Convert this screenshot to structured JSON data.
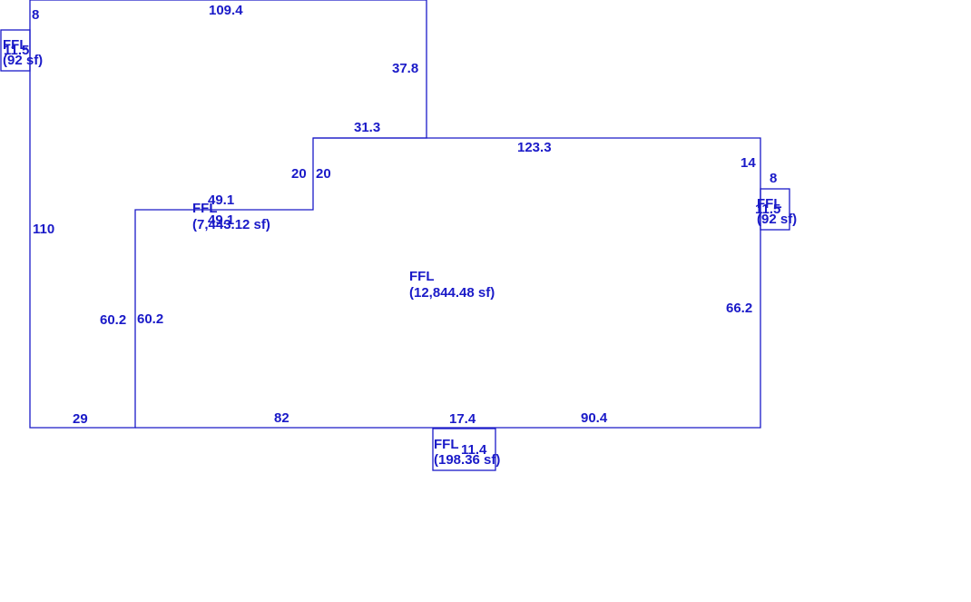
{
  "colors": {
    "line": "#1a1ac8",
    "label": "#1a1ac8",
    "background": "#ffffff"
  },
  "areas": {
    "main": {
      "name": "FFL",
      "area": "(12,844.48 sf)"
    },
    "left_wing": {
      "name": "FFL",
      "area": "(7,443.12 sf)"
    },
    "entry_bottom": {
      "name": "FFL",
      "area": "(198.36 sf)"
    },
    "bump_right": {
      "name": "FFL",
      "area": "(92 sf)"
    },
    "bump_left": {
      "name": "FFL",
      "area": "(92 sf)"
    }
  },
  "dimensions": {
    "top_left": "109.4",
    "left_outer_top": "37.8",
    "step_top": "31.3",
    "main_top": "123.3",
    "step_outer": "20",
    "step_inner": "20",
    "left_outer": "110",
    "inner_wall_outer": "60.2",
    "inner_wall_inner": "60.2",
    "inner_top_outer": "49.1",
    "inner_top_inner": "49.1",
    "bottom_left": "29",
    "bottom_mid_left": "82",
    "bottom_entry": "17.4",
    "bottom_right": "90.4",
    "right_upper": "14",
    "right_lower": "66.2",
    "bump_right_top": "8",
    "bump_right_side": "11.5",
    "bump_left_top": "8",
    "bump_left_side": "11.5",
    "entry_width": "11.4"
  }
}
